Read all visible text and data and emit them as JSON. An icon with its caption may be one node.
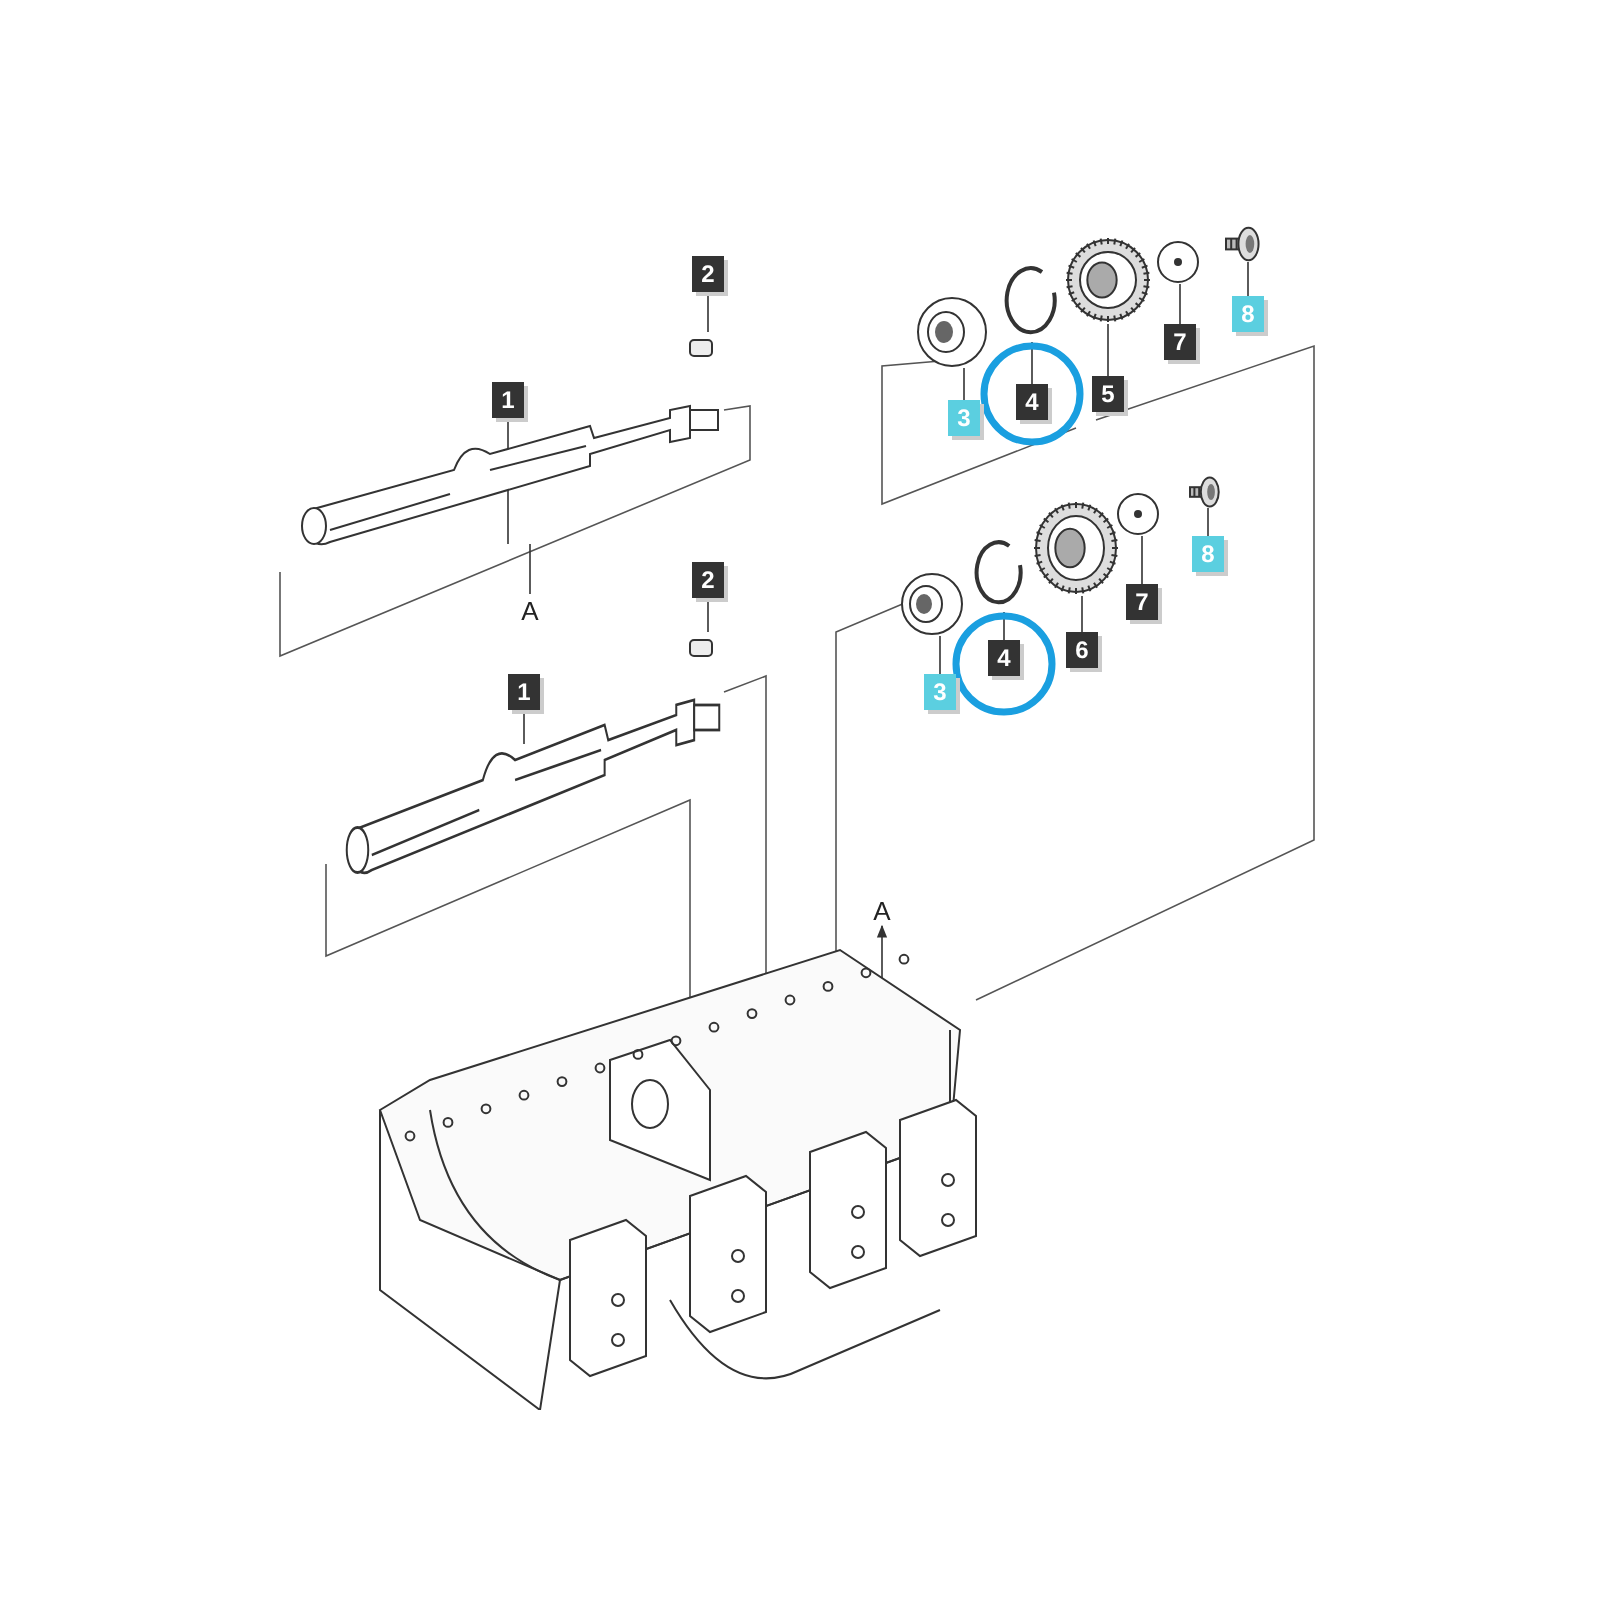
{
  "diagram": {
    "nodes": [
      {
        "text": [
          "2"
        ]
      },
      {
        "text": [],
        "shape": "box"
      },
      {
        "text": [
          "1"
        ]
      },
      {
        "text": [],
        "shape": "picture"
      },
      {
        "text": [
          "A"
        ]
      },
      {
        "text": [
          "2"
        ]
      },
      {
        "text": [],
        "shape": "box"
      },
      {
        "text": [
          "1"
        ]
      },
      {
        "text": [],
        "shape": "picture"
      },
      {
        "text": [
          "3"
        ]
      },
      {
        "text": [],
        "shape": "picture"
      },
      {
        "text": [
          "4"
        ]
      },
      {
        "text": [],
        "shape": "picture"
      },
      {
        "text": [
          "5"
        ]
      },
      {
        "text": [],
        "shape": "picture"
      },
      {
        "text": [
          "7"
        ]
      },
      {
        "text": [],
        "shape": "picture"
      },
      {
        "text": [
          "8"
        ]
      },
      {
        "text": [],
        "shape": "picture"
      },
      {
        "text": [
          "3"
        ]
      },
      {
        "text": [],
        "shape": "picture"
      },
      {
        "text": [
          "4"
        ]
      },
      {
        "text": [],
        "shape": "picture"
      },
      {
        "text": [
          "6"
        ]
      },
      {
        "text": [],
        "shape": "picture"
      },
      {
        "text": [
          "7"
        ]
      },
      {
        "text": [],
        "shape": "picture"
      },
      {
        "text": [
          "8"
        ]
      },
      {
        "text": [],
        "shape": "picture"
      },
      {
        "text": [],
        "shape": "picture"
      },
      {
        "text": [
          "A"
        ]
      }
    ],
    "edges": [
      {
        "from": 0,
        "to": 1,
        "arrow": "none"
      },
      {
        "from": 2,
        "to": 3,
        "arrow": "none"
      },
      {
        "from": 4,
        "to": 3,
        "arrow": "none"
      },
      {
        "from": 5,
        "to": 6,
        "arrow": "none"
      },
      {
        "from": 7,
        "to": 8,
        "arrow": "none"
      },
      {
        "from": 9,
        "to": 10,
        "arrow": "none"
      },
      {
        "from": 11,
        "to": 12,
        "arrow": "none"
      },
      {
        "from": 13,
        "to": 14,
        "arrow": "none"
      },
      {
        "from": 15,
        "to": 16,
        "arrow": "none"
      },
      {
        "from": 17,
        "to": 18,
        "arrow": "none"
      },
      {
        "from": 19,
        "to": 20,
        "arrow": "none"
      },
      {
        "from": 21,
        "to": 22,
        "arrow": "none"
      },
      {
        "from": 23,
        "to": 24,
        "arrow": "none"
      },
      {
        "from": 25,
        "to": 26,
        "arrow": "none"
      },
      {
        "from": 27,
        "to": 28,
        "arrow": "none"
      },
      {
        "from": 29,
        "to": 30,
        "arrow": "to"
      }
    ]
  }
}
